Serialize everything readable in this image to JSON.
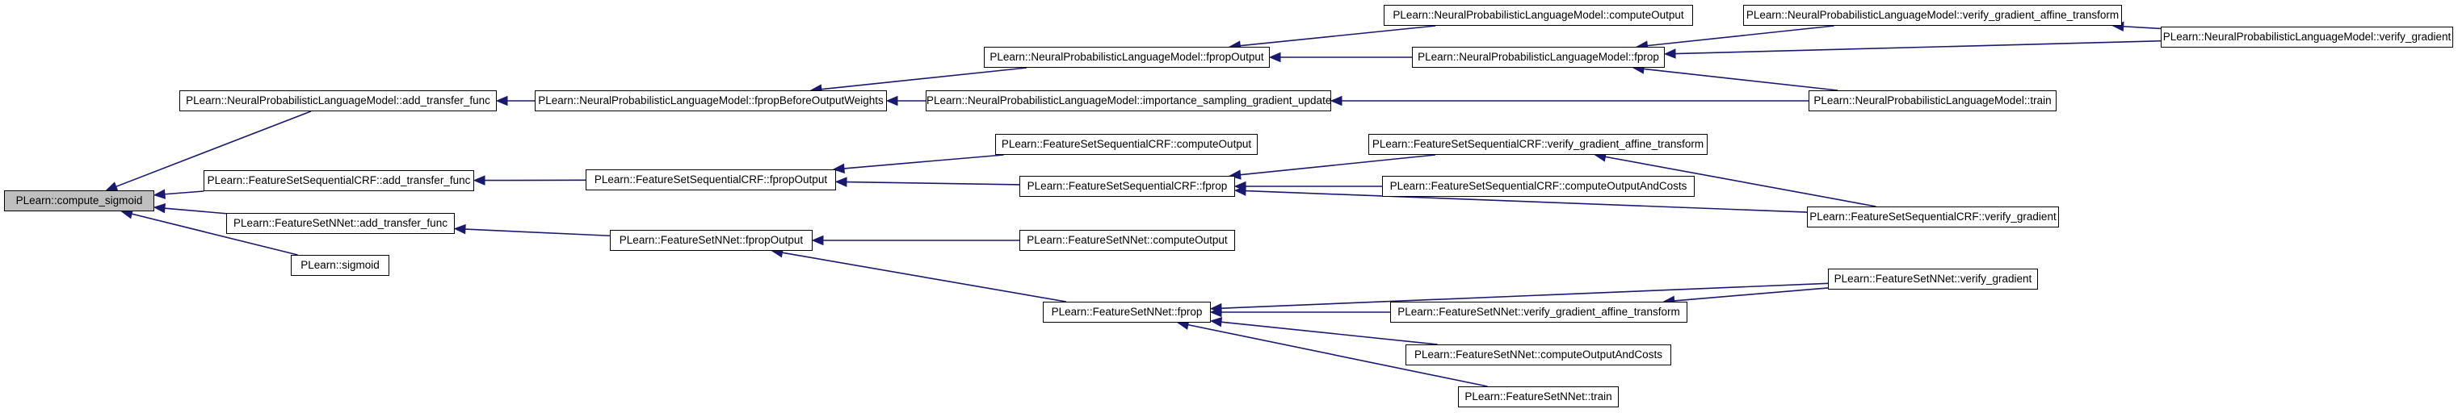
{
  "graph": {
    "edge_color": "#191970",
    "root_fill": "#bfbfbf",
    "nodes": {
      "compute_sigmoid": "PLearn::compute_sigmoid",
      "nplm_add_transfer": "PLearn::NeuralProbabilisticLanguageModel::add_transfer_func",
      "fss_add_transfer": "PLearn::FeatureSetSequentialCRF::add_transfer_func",
      "fsn_add_transfer": "PLearn::FeatureSetNNet::add_transfer_func",
      "sigmoid": "PLearn::sigmoid",
      "nplm_fpbow": "PLearn::NeuralProbabilisticLanguageModel::fpropBeforeOutputWeights",
      "nplm_fpropoutput": "PLearn::NeuralProbabilisticLanguageModel::fpropOutput",
      "nplm_isgu": "PLearn::NeuralProbabilisticLanguageModel::importance_sampling_gradient_update",
      "nplm_computeoutput": "PLearn::NeuralProbabilisticLanguageModel::computeOutput",
      "nplm_fprop": "PLearn::NeuralProbabilisticLanguageModel::fprop",
      "nplm_vgat": "PLearn::NeuralProbabilisticLanguageModel::verify_gradient_affine_transform",
      "nplm_vg": "PLearn::NeuralProbabilisticLanguageModel::verify_gradient",
      "nplm_train": "PLearn::NeuralProbabilisticLanguageModel::train",
      "fss_fpropoutput": "PLearn::FeatureSetSequentialCRF::fpropOutput",
      "fss_computeoutput": "PLearn::FeatureSetSequentialCRF::computeOutput",
      "fss_fprop": "PLearn::FeatureSetSequentialCRF::fprop",
      "fss_vgat": "PLearn::FeatureSetSequentialCRF::verify_gradient_affine_transform",
      "fss_coac": "PLearn::FeatureSetSequentialCRF::computeOutputAndCosts",
      "fss_vg": "PLearn::FeatureSetSequentialCRF::verify_gradient",
      "fsn_fpropoutput": "PLearn::FeatureSetNNet::fpropOutput",
      "fsn_computeoutput": "PLearn::FeatureSetNNet::computeOutput",
      "fsn_fprop": "PLearn::FeatureSetNNet::fprop",
      "fsn_vg": "PLearn::FeatureSetNNet::verify_gradient",
      "fsn_vgat": "PLearn::FeatureSetNNet::verify_gradient_affine_transform",
      "fsn_coac": "PLearn::FeatureSetNNet::computeOutputAndCosts",
      "fsn_train": "PLearn::FeatureSetNNet::train"
    },
    "edges": [
      {
        "from": "nplm_add_transfer",
        "to": "compute_sigmoid"
      },
      {
        "from": "fss_add_transfer",
        "to": "compute_sigmoid"
      },
      {
        "from": "fsn_add_transfer",
        "to": "compute_sigmoid"
      },
      {
        "from": "sigmoid",
        "to": "compute_sigmoid"
      },
      {
        "from": "nplm_fpbow",
        "to": "nplm_add_transfer"
      },
      {
        "from": "nplm_fpropoutput",
        "to": "nplm_fpbow"
      },
      {
        "from": "nplm_isgu",
        "to": "nplm_fpbow"
      },
      {
        "from": "nplm_computeoutput",
        "to": "nplm_fpropoutput"
      },
      {
        "from": "nplm_fprop",
        "to": "nplm_fpropoutput"
      },
      {
        "from": "nplm_vgat",
        "to": "nplm_fprop"
      },
      {
        "from": "nplm_vg",
        "to": "nplm_fprop"
      },
      {
        "from": "nplm_train",
        "to": "nplm_fprop"
      },
      {
        "from": "nplm_vg",
        "to": "nplm_vgat"
      },
      {
        "from": "nplm_train",
        "to": "nplm_isgu"
      },
      {
        "from": "fss_fpropoutput",
        "to": "fss_add_transfer"
      },
      {
        "from": "fss_computeoutput",
        "to": "fss_fpropoutput"
      },
      {
        "from": "fss_fprop",
        "to": "fss_fpropoutput"
      },
      {
        "from": "fss_vgat",
        "to": "fss_fprop"
      },
      {
        "from": "fss_coac",
        "to": "fss_fprop"
      },
      {
        "from": "fss_vg",
        "to": "fss_fprop"
      },
      {
        "from": "fss_vg",
        "to": "fss_vgat"
      },
      {
        "from": "fsn_fpropoutput",
        "to": "fsn_add_transfer"
      },
      {
        "from": "fsn_computeoutput",
        "to": "fsn_fpropoutput"
      },
      {
        "from": "fsn_fprop",
        "to": "fsn_fpropoutput"
      },
      {
        "from": "fsn_vg",
        "to": "fsn_fprop"
      },
      {
        "from": "fsn_vgat",
        "to": "fsn_fprop"
      },
      {
        "from": "fsn_coac",
        "to": "fsn_fprop"
      },
      {
        "from": "fsn_train",
        "to": "fsn_fprop"
      },
      {
        "from": "fsn_vg",
        "to": "fsn_vgat"
      }
    ]
  }
}
